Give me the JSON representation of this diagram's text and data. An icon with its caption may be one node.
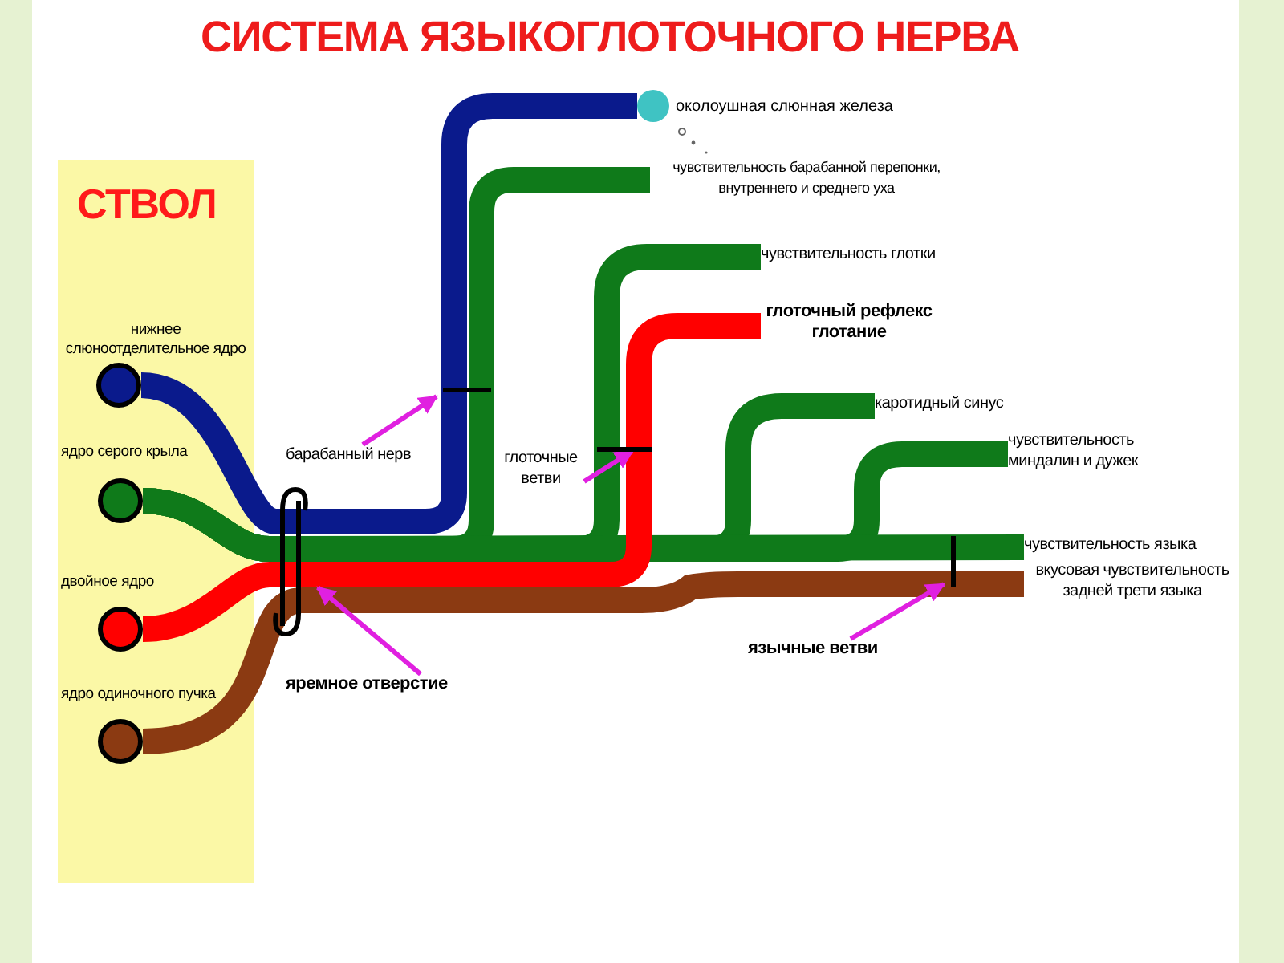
{
  "diagram": {
    "title": "СИСТЕМА ЯЗЫКОГЛОТОЧНОГО НЕРВА",
    "nodes": [
      {
        "text": [
          "СТВОЛ"
        ]
      },
      {
        "text": [
          "нижнее слюноотделительное ядро"
        ],
        "in": 0
      },
      {
        "text": [
          "ядро серого крыла"
        ],
        "in": 0
      },
      {
        "text": [
          "двойное ядро"
        ],
        "in": 0
      },
      {
        "text": [
          "ядро одиночного пучка"
        ],
        "in": 0
      },
      {
        "text": [],
        "shape": "circle",
        "beside": [
          "околоушная слюнная железа"
        ]
      },
      {
        "text": [
          "чувствительность барабанной перепонки, внутреннего и среднего уха"
        ]
      },
      {
        "text": [
          "чувствительность глотки"
        ]
      },
      {
        "text": [
          "глоточный рефлекс глотание"
        ]
      },
      {
        "text": [
          "каротидный синус"
        ]
      },
      {
        "text": [
          "чувствительность миндалин и дужек"
        ]
      },
      {
        "text": [
          "чувствительность языка"
        ]
      },
      {
        "text": [
          "вкусовая чувствительность задней трети языка"
        ]
      },
      {
        "text": [
          "барабанный нерв"
        ]
      },
      {
        "text": [
          "глоточные ветви"
        ]
      },
      {
        "text": [
          "яремное отверстие"
        ]
      },
      {
        "text": [
          "язычные ветви"
        ]
      }
    ],
    "edges": [
      {
        "from": 1,
        "to": 5,
        "arrow": "none",
        "color": "#0a1a8c"
      },
      {
        "from": 2,
        "to": 6,
        "arrow": "none",
        "color": "#0f7a1a"
      },
      {
        "from": 2,
        "to": 7,
        "arrow": "none",
        "color": "#0f7a1a"
      },
      {
        "from": 2,
        "to": 9,
        "arrow": "none",
        "color": "#0f7a1a"
      },
      {
        "from": 2,
        "to": 10,
        "arrow": "none",
        "color": "#0f7a1a"
      },
      {
        "from": 2,
        "to": 11,
        "arrow": "none",
        "color": "#0f7a1a"
      },
      {
        "from": 3,
        "to": 8,
        "arrow": "none",
        "color": "#ff0000"
      },
      {
        "from": 4,
        "to": 12,
        "arrow": "none",
        "color": "#8b3a12"
      },
      {
        "from": 13,
        "to": null,
        "arrow": "to",
        "color": "#e020e0"
      },
      {
        "from": 14,
        "to": null,
        "arrow": "to",
        "color": "#e020e0"
      },
      {
        "from": 15,
        "to": null,
        "arrow": "to",
        "color": "#e020e0"
      },
      {
        "from": 16,
        "to": null,
        "arrow": "to",
        "color": "#e020e0"
      }
    ]
  }
}
